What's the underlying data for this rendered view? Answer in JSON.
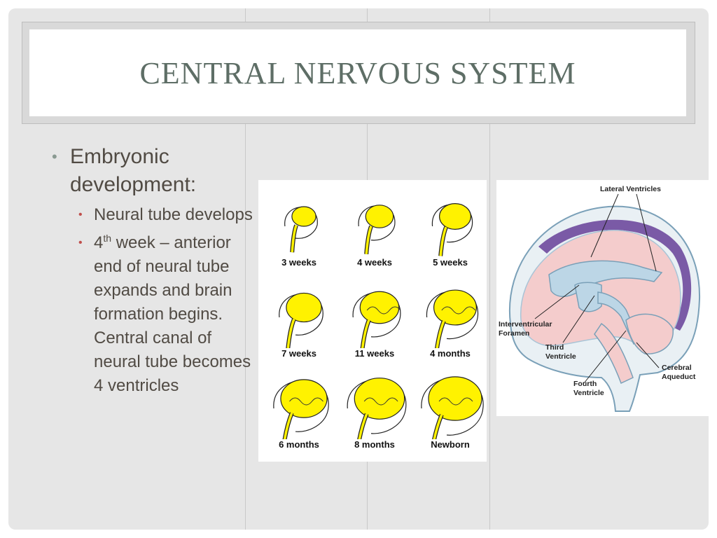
{
  "slide": {
    "title": "CENTRAL NERVOUS SYSTEM",
    "bullets": {
      "main": "Embryonic development:",
      "sub1": "Neural tube develops",
      "sub2_prefix": "4",
      "sub2_sup": "th",
      "sub2_rest": " week – anterior end of neural tube expands and brain formation begins.  Central canal of neural tube becomes 4 ventricles"
    }
  },
  "figure_development": {
    "stages": [
      "3 weeks",
      "4 weeks",
      "5 weeks",
      "7 weeks",
      "11 weeks",
      "4 months",
      "6 months",
      "8 months",
      "Newborn"
    ]
  },
  "figure_ventricles": {
    "labels": {
      "lateral": "Lateral Ventricles",
      "interventricular": "Interventricular Foramen",
      "third": "Third Ventricle",
      "fourth": "Fourth Ventricle",
      "aqueduct": "Cerebral Aqueduct"
    }
  },
  "colors": {
    "title": "#5e6e66",
    "text": "#514b44",
    "brain_yellow": "#fff200",
    "ventricle_blue": "#bcd6e6",
    "tissue_pink": "#f4cccc",
    "lateral_purple": "#7a5aa6"
  }
}
